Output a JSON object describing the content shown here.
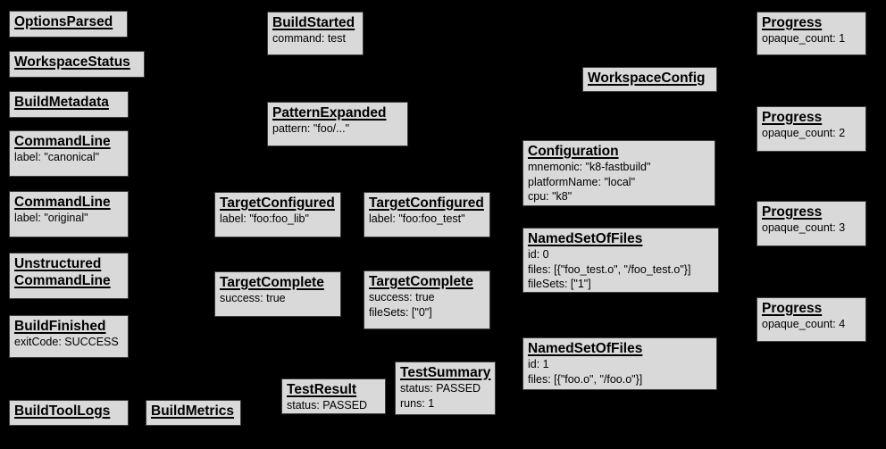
{
  "diagram": {
    "description": "Build event protocol diagram",
    "colors": {
      "background": "#000000",
      "box_fill": "#d9d9d9",
      "box_border": "#3e3e3e",
      "text": "#000000"
    },
    "boxes": [
      {
        "id": "options-parsed",
        "title": "OptionsParsed",
        "lines": []
      },
      {
        "id": "workspace-status",
        "title": "WorkspaceStatus",
        "lines": []
      },
      {
        "id": "build-metadata",
        "title": "BuildMetadata",
        "lines": []
      },
      {
        "id": "command-line-canonical",
        "title": "CommandLine",
        "lines": [
          "label: \"canonical\""
        ]
      },
      {
        "id": "command-line-original",
        "title": "CommandLine",
        "lines": [
          "label: \"original\""
        ]
      },
      {
        "id": "unstructured-command-line",
        "title": "Unstructured CommandLine",
        "lines": []
      },
      {
        "id": "build-finished",
        "title": "BuildFinished",
        "lines": [
          "exitCode: SUCCESS"
        ]
      },
      {
        "id": "build-tool-logs",
        "title": "BuildToolLogs",
        "lines": []
      },
      {
        "id": "build-metrics",
        "title": "BuildMetrics",
        "lines": []
      },
      {
        "id": "build-started",
        "title": "BuildStarted",
        "lines": [
          "command: test"
        ]
      },
      {
        "id": "pattern-expanded",
        "title": "PatternExpanded",
        "lines": [
          "pattern: \"foo/...\""
        ]
      },
      {
        "id": "target-configured-lib",
        "title": "TargetConfigured",
        "lines": [
          "label: \"foo:foo_lib\""
        ]
      },
      {
        "id": "target-configured-test",
        "title": "TargetConfigured",
        "lines": [
          "label: \"foo:foo_test\""
        ]
      },
      {
        "id": "target-complete-lib",
        "title": "TargetComplete",
        "lines": [
          "success: true"
        ]
      },
      {
        "id": "target-complete-test",
        "title": "TargetComplete",
        "lines": [
          "success: true",
          "fileSets: [\"0\"]"
        ]
      },
      {
        "id": "test-result",
        "title": "TestResult",
        "lines": [
          "status: PASSED"
        ]
      },
      {
        "id": "test-summary",
        "title": "TestSummary",
        "lines": [
          "status: PASSED",
          "runs: 1"
        ]
      },
      {
        "id": "workspace-config",
        "title": "WorkspaceConfig",
        "lines": []
      },
      {
        "id": "configuration",
        "title": "Configuration",
        "lines": [
          "mnemonic: \"k8-fastbuild\"",
          "platformName: \"local\"",
          "cpu: \"k8\""
        ]
      },
      {
        "id": "named-set-of-files-0",
        "title": "NamedSetOfFiles",
        "lines": [
          "id: 0",
          "files: [{\"foo_test.o\", \"/foo_test.o\"}]",
          "fileSets: [\"1\"]"
        ]
      },
      {
        "id": "named-set-of-files-1",
        "title": "NamedSetOfFiles",
        "lines": [
          "id: 1",
          "files: [{\"foo.o\", \"/foo.o\"}]"
        ]
      },
      {
        "id": "progress-1",
        "title": "Progress",
        "lines": [
          "opaque_count: 1"
        ]
      },
      {
        "id": "progress-2",
        "title": "Progress",
        "lines": [
          "opaque_count: 2"
        ]
      },
      {
        "id": "progress-3",
        "title": "Progress",
        "lines": [
          "opaque_count: 3"
        ]
      },
      {
        "id": "progress-4",
        "title": "Progress",
        "lines": [
          "opaque_count: 4"
        ]
      }
    ]
  }
}
